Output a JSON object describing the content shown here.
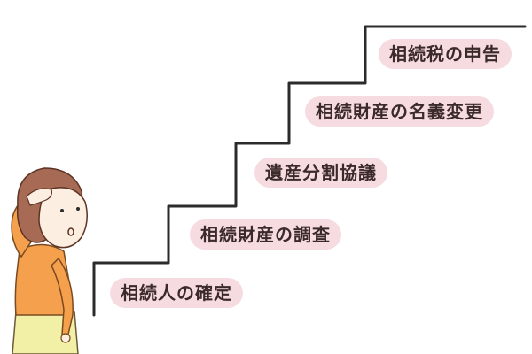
{
  "steps": [
    {
      "label": "相続人の確定"
    },
    {
      "label": "相続財産の調査"
    },
    {
      "label": "遺産分割協議"
    },
    {
      "label": "相続財産の名義変更"
    },
    {
      "label": "相続税の申告"
    }
  ],
  "colors": {
    "label_background": "#f6dbe0",
    "stair_line": "#2b2b2b",
    "person_shirt": "#f4a04c",
    "person_skirt": "#f2f0a6",
    "person_hair": "#a76b55",
    "person_skin": "#fdeee2"
  },
  "icons": {
    "person": "thinking-person-illustration",
    "stairs": "staircase-line"
  }
}
